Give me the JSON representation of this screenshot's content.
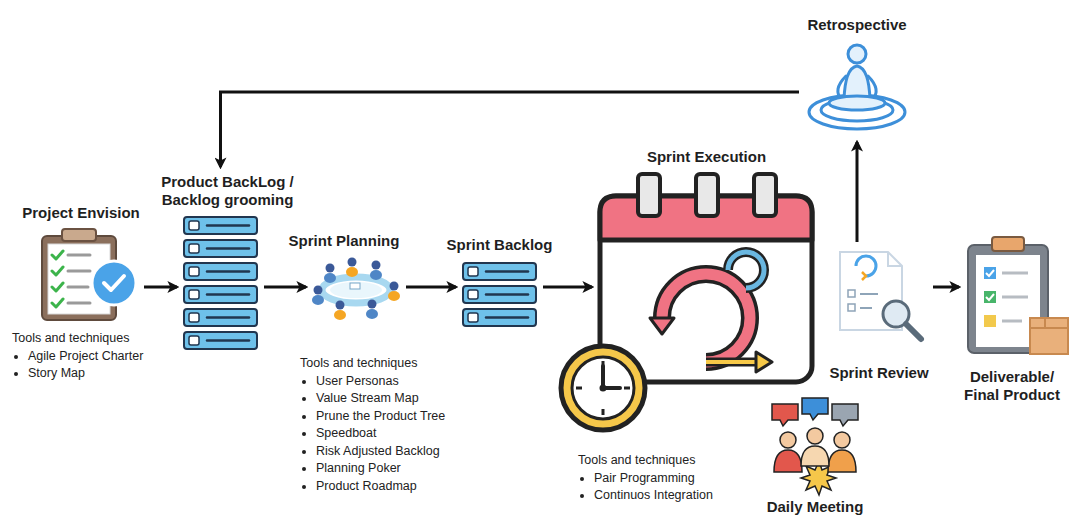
{
  "diagram": {
    "nodes": [
      {
        "text": [
          "Project Envision",
          "Tools and techniques",
          "Agile Project Charter",
          "Story Map"
        ]
      },
      {
        "text": [
          "Product BackLog / Backlog grooming"
        ]
      },
      {
        "text": [
          "Sprint Planning",
          "Tools and techniques",
          "User Personas",
          "Value Stream Map",
          "Prune the Product Tree",
          "Speedboat",
          "Risk Adjusted Backlog",
          "Planning Poker",
          "Product Roadmap"
        ]
      },
      {
        "text": [
          "Sprint Backlog"
        ]
      },
      {
        "text": [
          "Sprint Execution",
          "Tools and techniques",
          "Pair Programming",
          "Continuos Integration"
        ]
      },
      {
        "text": [
          "Sprint Review"
        ]
      },
      {
        "text": [
          "Retrospective"
        ]
      },
      {
        "text": [
          "Deliverable/ Final Product"
        ]
      },
      {
        "text": [
          "Daily Meeting"
        ]
      }
    ],
    "edges": [
      {
        "from": 0,
        "to": 1,
        "arrow": "to"
      },
      {
        "from": 1,
        "to": 2,
        "arrow": "to"
      },
      {
        "from": 2,
        "to": 3,
        "arrow": "to"
      },
      {
        "from": 3,
        "to": 4,
        "arrow": "to"
      },
      {
        "from": 5,
        "to": 6,
        "arrow": "to"
      },
      {
        "from": 6,
        "to": 1,
        "arrow": "to"
      },
      {
        "from": 5,
        "to": 7,
        "arrow": "to"
      }
    ]
  }
}
